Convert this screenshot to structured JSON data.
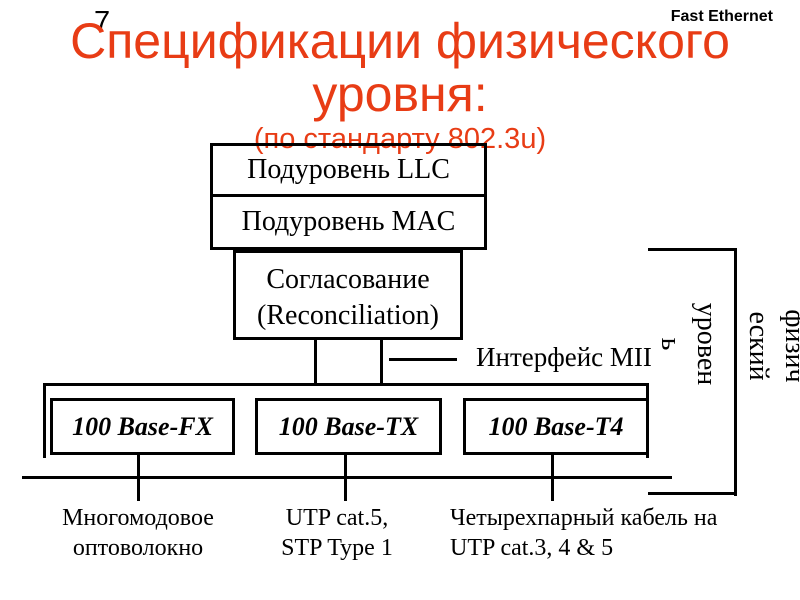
{
  "slide": {
    "page_number": "7",
    "header_label": "Fast Ethernet",
    "title_line1": "Спецификации физического",
    "title_line2": "уровня:",
    "subtitle": "(по стандарту 802.3u)",
    "title_color": "#e83c15"
  },
  "diagram": {
    "llc_box_label": "Подуровень LLC",
    "mac_box_label": "Подуровень MAC",
    "reconciliation_line1": "Согласование",
    "reconciliation_line2": "(Reconciliation)",
    "mii_label": "Интерфейс MII",
    "phy_boxes": [
      "100 Base-FX",
      "100 Base-TX",
      "100 Base-T4"
    ],
    "cable_labels": [
      {
        "line1": "Многомодовое",
        "line2": "оптоволокно"
      },
      {
        "line1": "UTP cat.5,",
        "line2": "STP Type 1"
      },
      {
        "line1": "Четырехпарный кабель на",
        "line2": "UTP cat.3, 4 & 5"
      }
    ],
    "side_label_inner": "уровень",
    "side_label_outer": "физический"
  }
}
